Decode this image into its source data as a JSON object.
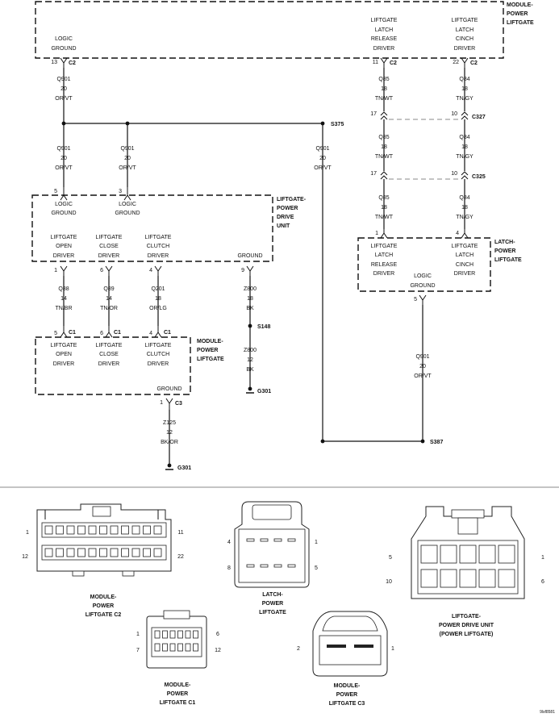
{
  "modules": {
    "module_power_liftgate": [
      "MODULE-",
      "POWER",
      "LIFTGATE"
    ],
    "liftgate_power_drive_unit": [
      "LIFTGATE-",
      "POWER",
      "DRIVE",
      "UNIT"
    ],
    "latch_power_liftgate": [
      "LATCH-",
      "POWER",
      "LIFTGATE"
    ],
    "module_power_liftgate_lower": [
      "MODULE-",
      "POWER",
      "LIFTGATE"
    ]
  },
  "functions": {
    "logic_ground": [
      "LOGIC",
      "GROUND"
    ],
    "latch_release_driver": [
      "LIFTGATE",
      "LATCH",
      "RELEASE",
      "DRIVER"
    ],
    "latch_cinch_driver": [
      "LIFTGATE",
      "LATCH",
      "CINCH",
      "DRIVER"
    ],
    "open_driver": [
      "LIFTGATE",
      "OPEN",
      "DRIVER"
    ],
    "close_driver": [
      "LIFTGATE",
      "CLOSE",
      "DRIVER"
    ],
    "clutch_driver": [
      "LIFTGATE",
      "CLUTCH",
      "DRIVER"
    ],
    "ground": "GROUND",
    "latch_release_short": [
      "LIFTGATE",
      "LATCH",
      "RELEASE",
      "DRIVER"
    ],
    "latch_cinch_short": [
      "LIFTGATE",
      "LATCH",
      "CINCH",
      "DRIVER"
    ]
  },
  "pins": {
    "c2_13": "13",
    "c2_11": "11",
    "c2_22": "22",
    "c2": "C2",
    "c327": "C327",
    "c325": "C325",
    "pin17": "17",
    "pin10": "10",
    "pdu_5": "5",
    "pdu_3": "3",
    "pdu_1": "1",
    "pdu_6": "6",
    "pdu_4": "4",
    "pdu_9": "9",
    "c1_5": "5",
    "c1_6": "6",
    "c1_4": "4",
    "c1": "C1",
    "c3_1": "1",
    "c3": "C3",
    "latch_1": "1",
    "latch_4": "4",
    "latch_5": "5"
  },
  "wires": {
    "q901": "Q901",
    "q85": "Q85",
    "q84": "Q84",
    "q88": "Q88",
    "q89": "Q89",
    "q201": "Q201",
    "z800": "Z800",
    "z125": "Z125",
    "g20": "20",
    "g18": "18",
    "g14": "14",
    "g12": "12",
    "or_vt": "OR/VT",
    "tn_wt": "TN/WT",
    "tn_gy": "TN/GY",
    "tn_br": "TN/BR",
    "tn_or": "TN/OR",
    "or_lg": "OR/LG",
    "bk": "BK",
    "bk_or": "BK/OR"
  },
  "splices": {
    "s375": "S375",
    "s148": "S148",
    "s387": "S387"
  },
  "grounds": {
    "g301": "G301"
  },
  "connector_views": {
    "c2": {
      "label": [
        "MODULE-",
        "POWER",
        "LIFTGATE C2"
      ],
      "pins": [
        "1",
        "11",
        "12",
        "22"
      ]
    },
    "c1": {
      "label": [
        "MODULE-",
        "POWER",
        "LIFTGATE C1"
      ],
      "pins": [
        "1",
        "6",
        "7",
        "12"
      ]
    },
    "latch": {
      "label": [
        "LATCH-",
        "POWER",
        "LIFTGATE"
      ],
      "pins": [
        "4",
        "1",
        "8",
        "5"
      ]
    },
    "c3": {
      "label": [
        "MODULE-",
        "POWER",
        "LIFTGATE C3"
      ],
      "pins": [
        "2",
        "1"
      ]
    },
    "pdu": {
      "label": [
        "LIFTGATE-",
        "POWER DRIVE UNIT",
        "(POWER LIFTGATE)"
      ],
      "pins": [
        "5",
        "1",
        "10",
        "6"
      ]
    }
  },
  "figure_id": "9lsf8581"
}
